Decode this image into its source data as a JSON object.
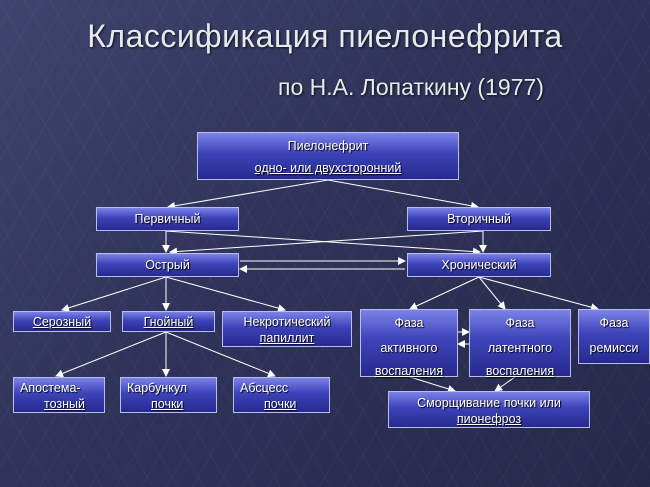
{
  "title": "Классификация пиелонефрита",
  "subtitle": "по Н.А. Лопаткину (1977)",
  "nodes": {
    "root": {
      "line1": "Пиелонефрит",
      "line2": "одно- или двухсторонний"
    },
    "primary": "Первичный",
    "secondary": "Вторичный",
    "acute": "Острый",
    "chronic": "Хронический",
    "serous": "Серозный",
    "purulent": "Гнойный",
    "necrotic": {
      "line1": "Некротический",
      "line2": "папиллит"
    },
    "phase_active": {
      "line1": "Фаза",
      "line2": "активного",
      "line3": "воспаления"
    },
    "phase_latent": {
      "line1": "Фаза",
      "line2": "латентного",
      "line3": "воспаления"
    },
    "phase_remission": {
      "line1": "Фаза",
      "line2": "ремисси"
    },
    "apostematous": {
      "line1": "Апостема-",
      "line2": "тозный"
    },
    "carbuncle": {
      "line1": "Карбункул",
      "line2": "почки"
    },
    "abscess": {
      "line1": "Абсцесс",
      "line2": "почки"
    },
    "shrinkage": {
      "line1": "Сморщивание почки или",
      "line2": "пионефроз"
    }
  }
}
